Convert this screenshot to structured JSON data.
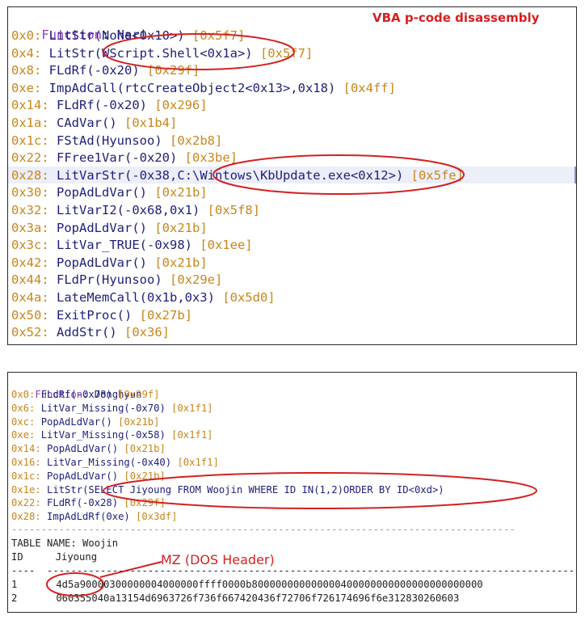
{
  "top_panel": {
    "annotation": "VBA p-code disassembly",
    "function_keyword": "Function",
    "function_name": "Nari",
    "lines": [
      {
        "addr": "0x0:",
        "op": "LitStr",
        "args": "(None<0x10>)",
        "ref": "[0x5f7]"
      },
      {
        "addr": "0x4:",
        "op": "LitStr",
        "args": "(WScript.Shell<0x1a>)",
        "ref": "[0x5f7]"
      },
      {
        "addr": "0x8:",
        "op": "FLdRf",
        "args": "(-0x20)",
        "ref": "[0x29f]"
      },
      {
        "addr": "0xe:",
        "op": "ImpAdCall",
        "args": "(rtcCreateObject2<0x13>,0x18)",
        "ref": "[0x4ff]"
      },
      {
        "addr": "0x14:",
        "op": "FLdRf",
        "args": "(-0x20)",
        "ref": "[0x296]"
      },
      {
        "addr": "0x1a:",
        "op": "CAdVar",
        "args": "()",
        "ref": "[0x1b4]"
      },
      {
        "addr": "0x1c:",
        "op": "FStAd",
        "args": "(Hyunsoo)",
        "ref": "[0x2b8]"
      },
      {
        "addr": "0x22:",
        "op": "FFree1Var",
        "args": "(-0x20)",
        "ref": "[0x3be]"
      },
      {
        "addr": "0x28:",
        "op": "LitVarStr",
        "args": "(-0x38,C:\\Wintows\\KbUpdate.exe<0x12>)",
        "ref": "[0x5fe]"
      },
      {
        "addr": "0x30:",
        "op": "PopAdLdVar",
        "args": "()",
        "ref": "[0x21b]"
      },
      {
        "addr": "0x32:",
        "op": "LitVarI2",
        "args": "(-0x68,0x1)",
        "ref": "[0x5f8]"
      },
      {
        "addr": "0x3a:",
        "op": "PopAdLdVar",
        "args": "()",
        "ref": "[0x21b]"
      },
      {
        "addr": "0x3c:",
        "op": "LitVar_TRUE",
        "args": "(-0x98)",
        "ref": "[0x1ee]"
      },
      {
        "addr": "0x42:",
        "op": "PopAdLdVar",
        "args": "()",
        "ref": "[0x21b]"
      },
      {
        "addr": "0x44:",
        "op": "FLdPr",
        "args": "(Hyunsoo)",
        "ref": "[0x29e]"
      },
      {
        "addr": "0x4a:",
        "op": "LateMemCall",
        "args": "(0x1b,0x3)",
        "ref": "[0x5d0]"
      },
      {
        "addr": "0x50:",
        "op": "ExitProc",
        "args": "()",
        "ref": "[0x27b]"
      },
      {
        "addr": "0x52:",
        "op": "AddStr",
        "args": "()",
        "ref": "[0x36]"
      }
    ]
  },
  "bottom_panel": {
    "annotation": "MZ (DOS Header)",
    "function_keyword": "Function",
    "function_name": "Donghyun",
    "lines": [
      {
        "addr": "0x0:",
        "op": "FLdRf",
        "args": "(-0x78)",
        "ref": "[0x29f]"
      },
      {
        "addr": "0x6:",
        "op": "LitVar_Missing",
        "args": "(-0x70)",
        "ref": "[0x1f1]"
      },
      {
        "addr": "0xc:",
        "op": "PopAdLdVar",
        "args": "()",
        "ref": "[0x21b]"
      },
      {
        "addr": "0xe:",
        "op": "LitVar_Missing",
        "args": "(-0x58)",
        "ref": "[0x1f1]"
      },
      {
        "addr": "0x14:",
        "op": "PopAdLdVar",
        "args": "()",
        "ref": "[0x21b]"
      },
      {
        "addr": "0x16:",
        "op": "LitVar_Missing",
        "args": "(-0x40)",
        "ref": "[0x1f1]"
      },
      {
        "addr": "0x1c:",
        "op": "PopAdLdVar",
        "args": "()",
        "ref": "[0x21b]"
      },
      {
        "addr": "0x1e:",
        "op": "LitStr",
        "args": "(SELECT Jiyoung FROM Woojin WHERE ID IN(1,2)ORDER BY ID<0xd>)",
        "ref": ""
      },
      {
        "addr": "0x22:",
        "op": "FLdRf",
        "args": "(-0x28)",
        "ref": "[0x29f]"
      },
      {
        "addr": "0x28:",
        "op": "ImpAdLdRf",
        "args": "(0xe)",
        "ref": "[0x3df]"
      }
    ],
    "separator": "-------------------------------------------------------------------------------------",
    "table_name": "TABLE NAME: Woojin",
    "columns": [
      "ID",
      "Jiyoung"
    ],
    "header_rule": "----  --------------------------------------------------------------------------------------------",
    "rows": [
      {
        "id": "1",
        "value": "4d5a90000300000004000000ffff0000b800000000000000400000000000000000000000"
      },
      {
        "id": "2",
        "value": "060355040a13154d6963726f736f667420436f72706f726174696f6e312830260603"
      }
    ]
  }
}
